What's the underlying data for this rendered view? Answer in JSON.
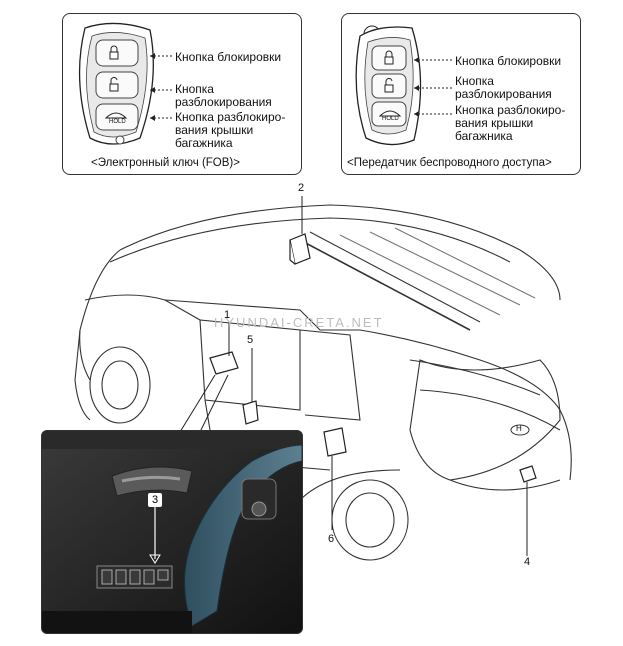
{
  "fob_panel": {
    "lock": "Кнопка блокировки",
    "unlock_1": "Кнопка",
    "unlock_2": "разблокирования",
    "trunk_1": "Кнопка разблокиро-",
    "trunk_2": "вания крышки",
    "trunk_3": "багажника",
    "caption": "<Электронный ключ (FOB)>",
    "hold_text": "HOLD"
  },
  "remote_panel": {
    "lock": "Кнопка блокировки",
    "unlock_1": "Кнопка",
    "unlock_2": "разблокирования",
    "trunk_1": "Кнопка разблокиро-",
    "trunk_2": "вания крышки",
    "trunk_3": "багажника",
    "caption": "<Передатчик беспроводного доступа>",
    "hold_text": "HOLD"
  },
  "callouts": {
    "c1": "1",
    "c2": "2",
    "c3": "3",
    "c4": "4",
    "c5": "5",
    "c6": "6"
  },
  "watermark": "HYUNDAI-CRETA.NET",
  "badge": "H"
}
